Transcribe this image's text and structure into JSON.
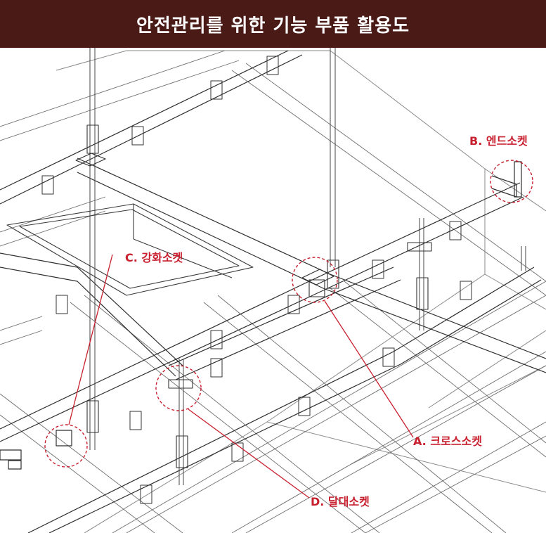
{
  "header": {
    "title": "안전관리를 위한 기능 부품 활용도",
    "background_color": "#4a1a17",
    "text_color": "#ffffff"
  },
  "diagram": {
    "line_color": "#3a3a3a",
    "highlight_color": "#c8202f",
    "callouts": [
      {
        "id": "a",
        "label": "A. 크로스소켓"
      },
      {
        "id": "b",
        "label": "B. 엔드소켓"
      },
      {
        "id": "c",
        "label": "C. 강화소켓"
      },
      {
        "id": "d",
        "label": "D. 달대소켓"
      }
    ]
  }
}
